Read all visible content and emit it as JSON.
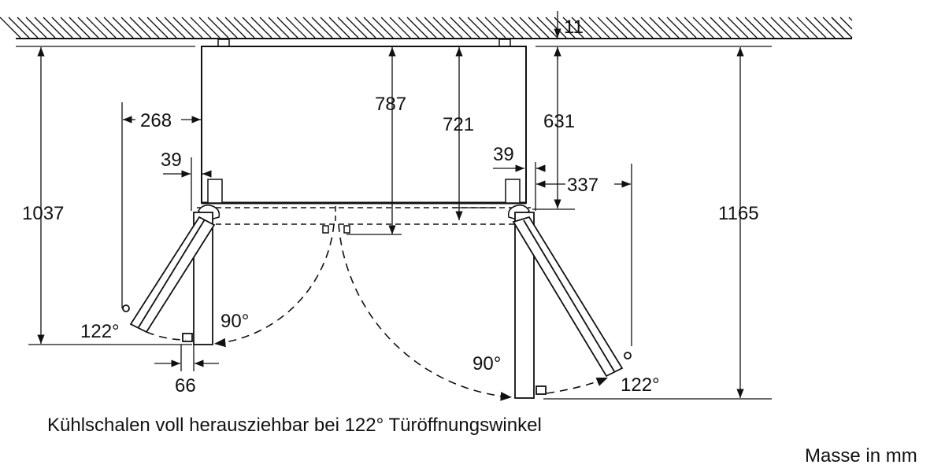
{
  "dimensions": {
    "gap_top": "11",
    "depth_total": "787",
    "depth_cabinet": "721",
    "right_depth": "631",
    "left_clearance": "268",
    "left_offset": "39",
    "right_offset": "39",
    "right_clearance": "337",
    "left_height": "1037",
    "right_height": "1165",
    "bottom_offset": "66",
    "angle_left_90": "90°",
    "angle_left_122": "122°",
    "angle_right_90": "90°",
    "angle_right_122": "122°"
  },
  "caption": "Kühlschalen voll herausziehbar bei 122° Türöffnungswinkel",
  "units_note": "Masse in mm"
}
